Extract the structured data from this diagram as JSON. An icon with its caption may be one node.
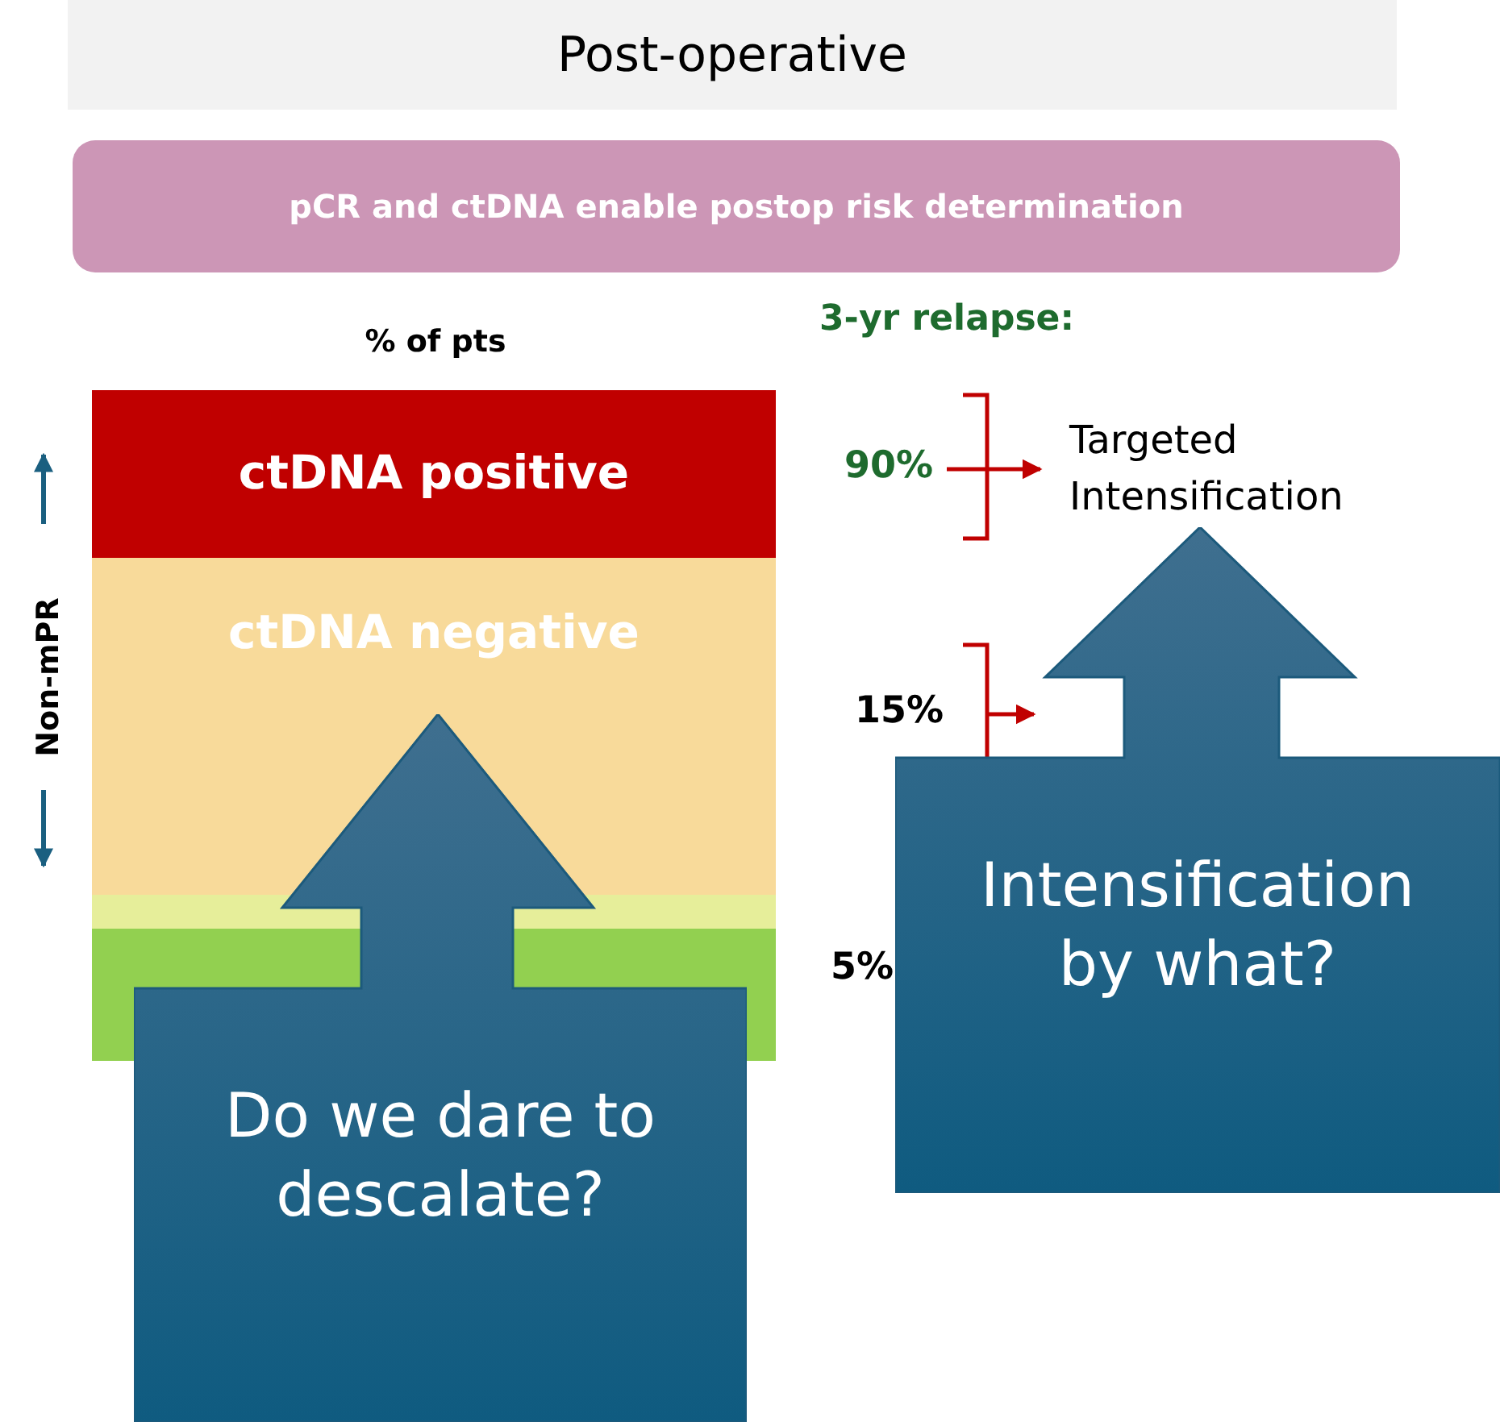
{
  "diagram": {
    "nodes": [
      {
        "text": [
          "Post-operative"
        ]
      },
      {
        "text": [
          "pCR and ctDNA enable postop risk determination"
        ]
      },
      {
        "text": [
          "ctDNA positive"
        ]
      },
      {
        "text": [
          "ctDNA negative"
        ]
      },
      {
        "text": [],
        "shape": "bar"
      },
      {
        "text": [],
        "shape": "bar"
      },
      {
        "text": [
          "90%"
        ]
      },
      {
        "text": [
          "Targeted Intensification"
        ]
      },
      {
        "text": [
          "Do we dare to descalate?"
        ]
      },
      {
        "text": [
          "Intensification by what?"
        ]
      }
    ],
    "edges": [
      {
        "from": 6,
        "to": 7,
        "arrow": "to"
      }
    ],
    "labels": [
      "% of pts",
      "3-yr relapse:",
      "Non-mPR",
      "15%",
      "5%"
    ]
  }
}
